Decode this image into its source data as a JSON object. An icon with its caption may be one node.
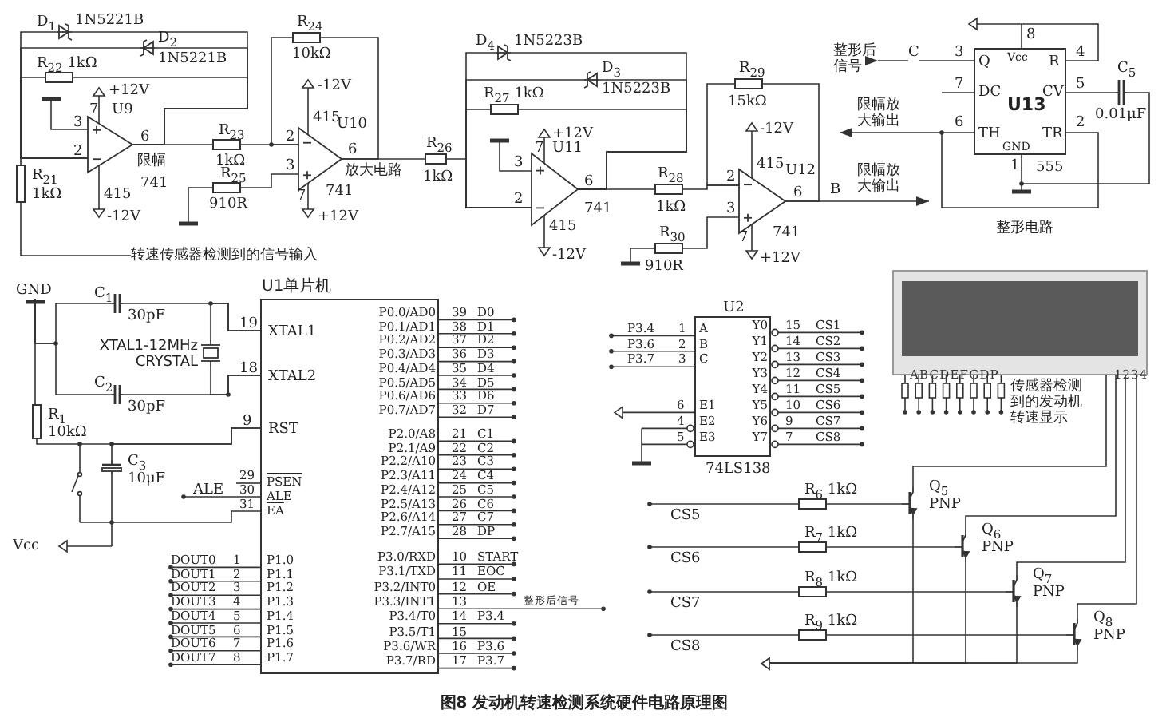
{
  "diagram": {
    "caption": "图8 发动机转速检测系统硬件电路原理图",
    "nodes": [
      {
        "text": [
          "D$_{1}$",
          "1N5221B"
        ]
      },
      {
        "text": [
          "D$_{2}$",
          "1N5221B"
        ]
      },
      {
        "text": [
          "R$_{22}$ 1kΩ"
        ]
      },
      {
        "text": [
          "U9",
          "741"
        ]
      },
      {
        "text": [
          "R$_{21}$",
          "1kΩ"
        ]
      },
      {
        "text": [
          "R$_{23}$",
          "1kΩ"
        ]
      },
      {
        "text": [
          "R$_{25}$",
          "910R"
        ]
      },
      {
        "text": [
          "R$_{24}$",
          "10kΩ"
        ]
      },
      {
        "text": [
          "U10",
          "741"
        ]
      },
      {
        "text": [
          "R$_{26}$",
          "1kΩ"
        ]
      },
      {
        "text": [
          "D$_{4}$",
          "1N5223B"
        ]
      },
      {
        "text": [
          "D$_{3}$",
          "1N5223B"
        ]
      },
      {
        "text": [
          "R$_{27}$ 1kΩ"
        ]
      },
      {
        "text": [
          "U11",
          "741"
        ]
      },
      {
        "text": [
          "R$_{28}$",
          "1kΩ"
        ]
      },
      {
        "text": [
          "R$_{30}$",
          "910R"
        ]
      },
      {
        "text": [
          "R$_{29}$",
          "15kΩ"
        ]
      },
      {
        "text": [
          "U12",
          "741"
        ]
      },
      {
        "text": [
          "U13",
          "555"
        ]
      },
      {
        "text": [
          "C$_{5}$",
          "0.01μF"
        ]
      },
      {
        "text": [
          "整形后信号"
        ]
      },
      {
        "text": [
          "转速传感器检测到的信号输入"
        ]
      },
      {
        "text": [
          "U1单片机"
        ]
      },
      {
        "text": [
          "C$_{1}$",
          "30pF"
        ]
      },
      {
        "text": [
          "XTAL1-12MHz CRYSTAL"
        ]
      },
      {
        "text": [
          "C$_{2}$",
          "30pF"
        ]
      },
      {
        "text": [
          "R$_{1}$",
          "10kΩ"
        ]
      },
      {
        "text": [
          "C$_{3}$",
          "10μF"
        ]
      },
      {
        "text": [
          "U2",
          "74LS138"
        ]
      },
      {
        "text": [
          "ABCDEFGDP",
          "1234"
        ],
        "beside": [
          "传感器检测到的发动机转速显示"
        ]
      },
      {
        "text": [
          "R$_{6}$ 1kΩ"
        ]
      },
      {
        "text": [
          "R$_{7}$ 1kΩ"
        ]
      },
      {
        "text": [
          "R$_{8}$ 1kΩ"
        ]
      },
      {
        "text": [
          "R$_{9}$ 1kΩ"
        ]
      },
      {
        "text": [
          "Q$_{5}$",
          "PNP"
        ]
      },
      {
        "text": [
          "Q$_{6}$",
          "PNP"
        ]
      },
      {
        "text": [
          "Q$_{7}$",
          "PNP"
        ]
      },
      {
        "text": [
          "Q$_{8}$",
          "PNP"
        ]
      },
      {
        "text": [],
        "shape": "triangle"
      },
      {
        "text": [
          "GND"
        ]
      }
    ],
    "edges": [
      {
        "from": 21,
        "to": 4,
        "arrow": "none"
      },
      {
        "from": 4,
        "to": 3,
        "arrow": "none"
      },
      {
        "from": 2,
        "to": 3,
        "arrow": "none"
      },
      {
        "from": 0,
        "to": 3,
        "arrow": "none"
      },
      {
        "from": 1,
        "to": 3,
        "arrow": "none"
      },
      {
        "from": 3,
        "to": 5,
        "arrow": "none"
      },
      {
        "from": 5,
        "to": 8,
        "arrow": "none"
      },
      {
        "from": 6,
        "to": 8,
        "arrow": "none"
      },
      {
        "from": 7,
        "to": 8,
        "arrow": "none"
      },
      {
        "from": 8,
        "to": 9,
        "arrow": "none"
      },
      {
        "from": 9,
        "to": 13,
        "arrow": "none"
      },
      {
        "from": 10,
        "to": 13,
        "arrow": "none"
      },
      {
        "from": 11,
        "to": 13,
        "arrow": "none"
      },
      {
        "from": 12,
        "to": 13,
        "arrow": "none"
      },
      {
        "from": 13,
        "to": 14,
        "arrow": "none"
      },
      {
        "from": 14,
        "to": 17,
        "arrow": "none"
      },
      {
        "from": 15,
        "to": 17,
        "arrow": "none"
      },
      {
        "from": 16,
        "to": 17,
        "arrow": "none"
      },
      {
        "from": 17,
        "to": null,
        "arrow": "to",
        "label": "限幅放大输出"
      },
      {
        "from": 18,
        "to": 20,
        "arrow": "to",
        "label": "C"
      },
      {
        "from": 18,
        "to": null,
        "arrow": "to",
        "label": "限幅放大输出"
      },
      {
        "from": 19,
        "to": 18,
        "arrow": "none"
      },
      {
        "from": 23,
        "to": 22,
        "arrow": "none"
      },
      {
        "from": 24,
        "to": 22,
        "arrow": "none"
      },
      {
        "from": 25,
        "to": 22,
        "arrow": "none"
      },
      {
        "from": 26,
        "to": 22,
        "arrow": "none"
      },
      {
        "from": 27,
        "to": 22,
        "arrow": "none"
      },
      {
        "from": 30,
        "to": 34,
        "arrow": "none"
      },
      {
        "from": 31,
        "to": 35,
        "arrow": "none"
      },
      {
        "from": 32,
        "to": 36,
        "arrow": "none"
      },
      {
        "from": 33,
        "to": 37,
        "arrow": "none"
      },
      {
        "from": 34,
        "to": 29,
        "arrow": "none"
      },
      {
        "from": 35,
        "to": 29,
        "arrow": "none"
      },
      {
        "from": 36,
        "to": 29,
        "arrow": "none"
      },
      {
        "from": 37,
        "to": 29,
        "arrow": "none"
      },
      {
        "from": 0,
        "to": 3,
        "arrow": "none"
      },
      {
        "from": 1,
        "to": 3,
        "arrow": "none"
      },
      {
        "from": 2,
        "to": 3,
        "arrow": "none"
      },
      {
        "from": 7,
        "to": 8,
        "arrow": "none"
      },
      {
        "from": 10,
        "to": 13,
        "arrow": "none"
      },
      {
        "from": 11,
        "to": 13,
        "arrow": "none"
      },
      {
        "from": 12,
        "to": 13,
        "arrow": "none"
      },
      {
        "from": 16,
        "to": 17,
        "arrow": "none"
      },
      {
        "from": 19,
        "to": 18,
        "arrow": "none"
      },
      {
        "from": 24,
        "to": 22,
        "arrow": "none"
      },
      {
        "from": 27,
        "to": 22,
        "arrow": "none"
      },
      {
        "from": 23,
        "to": 39,
        "arrow": "none"
      },
      {
        "from": 25,
        "to": 39,
        "arrow": "none"
      },
      {
        "from": 26,
        "to": 39,
        "arrow": "none"
      },
      {
        "from": 34,
        "to": 38,
        "arrow": "none"
      },
      {
        "from": 35,
        "to": 38,
        "arrow": "none"
      },
      {
        "from": 36,
        "to": 38,
        "arrow": "none"
      },
      {
        "from": 37,
        "to": 38,
        "arrow": "none"
      }
    ],
    "labels": [
      "+12V",
      "7",
      "3",
      "2",
      "6",
      "415",
      "限幅",
      "-12V",
      "-12V",
      "415",
      "2",
      "3",
      "6",
      "放大电路",
      "7",
      "+12V",
      "+12V",
      "7",
      "3",
      "2",
      "6",
      "415",
      "-12V",
      "-12V",
      "415",
      "2",
      "3",
      "6",
      "7",
      "+12V",
      "8",
      "Vcc",
      "3",
      "Q",
      "R",
      "4",
      "7",
      "DC",
      "CV",
      "5",
      "6",
      "TH",
      "TR",
      "2",
      "GND",
      "1",
      "B",
      "19",
      "XTAL1",
      "18",
      "XTAL2",
      "9",
      "RST",
      "ALE",
      "29",
      "PSEN",
      "30",
      "ALE",
      "31",
      "EA",
      "Vcc",
      "P0.0/AD0",
      "39",
      "D0",
      "P0.1/AD1",
      "38",
      "D1",
      "P0.2/AD2",
      "37",
      "D2",
      "P0.3/AD3",
      "36",
      "D3",
      "P0.4/AD4",
      "35",
      "D4",
      "P0.5/AD5",
      "34",
      "D5",
      "P0.6/AD6",
      "33",
      "D6",
      "P0.7/AD7",
      "32",
      "D7",
      "P2.0/A8",
      "21",
      "C1",
      "P2.1/A9",
      "22",
      "C2",
      "P2.2/A10",
      "23",
      "C3",
      "P2.3/A11",
      "24",
      "C4",
      "P2.4/A12",
      "25",
      "C5",
      "P2.5/A13",
      "26",
      "C6",
      "P2.6/A14",
      "27",
      "C7",
      "P2.7/A15",
      "28",
      "DP",
      "P3.0/RXD",
      "10",
      "START",
      "P3.1/TXD",
      "11",
      "EOC",
      "P3.2/INT0",
      "12",
      "OE",
      "P3.3/INT1",
      "13",
      "整形后信号",
      "P3.4/T0",
      "14",
      "P3.4",
      "P3.5/T1",
      "15",
      "P3.6/WR",
      "16",
      "P3.6",
      "P3.7/RD",
      "17",
      "P3.7",
      "DOUT0",
      "1",
      "P1.0",
      "DOUT1",
      "2",
      "P1.1",
      "DOUT2",
      "3",
      "P1.2",
      "DOUT3",
      "4",
      "P1.3",
      "DOUT4",
      "5",
      "P1.4",
      "DOUT5",
      "6",
      "P1.5",
      "DOUT6",
      "7",
      "P1.6",
      "DOUT7",
      "8",
      "P1.7",
      "P3.4",
      "1",
      "A",
      "P3.6",
      "2",
      "B",
      "P3.7",
      "3",
      "C",
      "6",
      "E1",
      "4",
      "E2",
      "5",
      "E3",
      "Y0",
      "15",
      "CS1",
      "Y1",
      "14",
      "CS2",
      "Y2",
      "13",
      "CS3",
      "Y3",
      "12",
      "CS4",
      "Y4",
      "11",
      "CS5",
      "Y5",
      "10",
      "CS6",
      "Y6",
      "9",
      "CS7",
      "Y7",
      "7",
      "CS8",
      "CS5",
      "CS6",
      "CS7",
      "CS8",
      "整形电路"
    ]
  }
}
